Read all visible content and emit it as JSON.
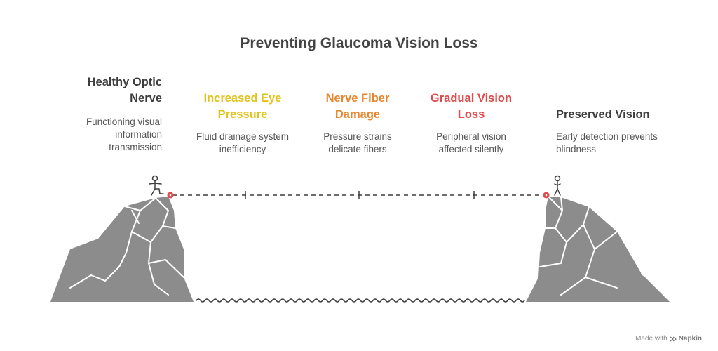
{
  "title": "Preventing Glaucoma Vision Loss",
  "stages": [
    {
      "heading": "Healthy Optic Nerve",
      "description": "Functioning visual information transmission",
      "color": "#3d3d3d"
    },
    {
      "heading": "Increased Eye Pressure",
      "description": "Fluid drainage system inefficiency",
      "color": "#e3c31a"
    },
    {
      "heading": "Nerve Fiber Damage",
      "description": "Pressure strains delicate fibers",
      "color": "#e8862e"
    },
    {
      "heading": "Gradual Vision Loss",
      "description": "Peripheral vision affected silently",
      "color": "#e04b4b"
    },
    {
      "heading": "Preserved Vision",
      "description": "Early detection prevents blindness",
      "color": "#3d3d3d"
    }
  ],
  "watermark": {
    "prefix": "Made with",
    "brand": "Napkin"
  },
  "colors": {
    "cliff": "#8c8c8c",
    "cliff_lines": "#ffffff",
    "endpoint": "#e04b4b",
    "line": "#3d3d3d"
  }
}
